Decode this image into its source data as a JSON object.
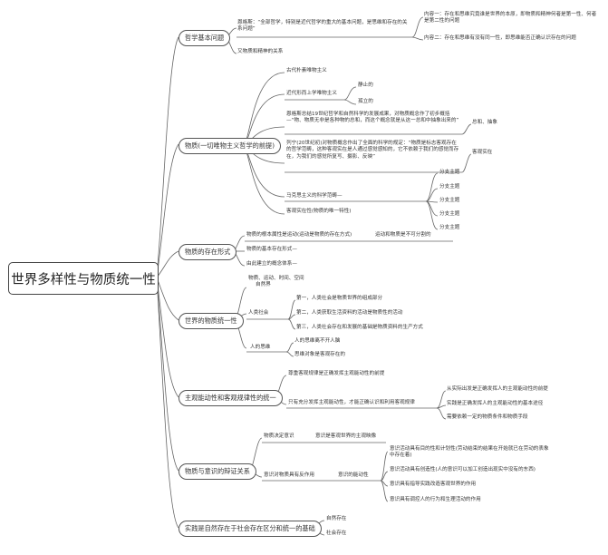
{
  "root": "世界多样性与物质统一性",
  "b1": {
    "title": "哲学基本问题",
    "engels": "恩格斯：“全部哲学，特别是近代哲学的重大的基本问题，是思维和存在的关系问题”",
    "c1": "内容一：存在和思维究竟谁是世界的本原，即物质和精神何者是第一性、何者是第二性的问题",
    "c2": "内容二：存在和思维有没有同一性，即思维能否正确认识存在的问题",
    "other": "又物质和精神的关系"
  },
  "b2": {
    "title": "物质(一切唯物主义哲学的前提)",
    "ancient": "古代朴素唯物主义",
    "modern": "近代形而上学唯物主义",
    "static": "静止的",
    "isolated": "孤立的",
    "engels": "恩格斯总结19世纪哲学和自然科学的发展成果，对物质概念作了初步概括—“物、物质无非是各种物的总和，而这个概念就是从这一总和中抽象出来的”",
    "abstract": "总和、抽象",
    "lenin": "列宁(20世纪初)对物质概念作出了全面的科学的规定：“物质是标志客观存在的哲学范畴，这种客观实在是人通过感觉感知的，它不依赖于我们的感觉而存在，为我们的感觉所复写、摄影、反映”",
    "objective": "客观实在",
    "marx": "马克思主义的科学范畴—",
    "branches": [
      "分支主题",
      "分支主题",
      "分支主题",
      "分支主题",
      "分支主题"
    ],
    "unique": "客观实在性(物质的唯一特性)"
  },
  "b3": {
    "title": "物质的存在形式",
    "motion": "物质的根本属性是运动(运动是物质的存在方式)",
    "inseparable": "运动和物质是不可分割的",
    "basic": "物质的基本存在形式—",
    "derived": "由此建立的概念体系—"
  },
  "b4": {
    "title": "世界的物质统一性",
    "nature": "自然界",
    "nature_items": "物质、运动、时间、空间",
    "society": "人类社会",
    "s1": "第一，人类社会是物质世界的组成部分",
    "s2": "第二，人类获取生活资料的活动是物质性的活动",
    "s3": "第三，人类社会存在和发展的基础是物质资料的生产方式",
    "thought": "人的思维",
    "t1": "人的思维离不开人脑",
    "t2": "思维对象是客观存在的"
  },
  "b5": {
    "title": "主观能动性和客观规律性的统一",
    "premise": "尊重客观规律是正确发挥主观能动性的前提",
    "only": "只有充分发挥主观能动性，才能正确认识和利用客观规律",
    "c1": "从实际出发是正确发挥人的主观能动性的前提",
    "c2": "实践是正确发挥人的主观能动性的基本途径",
    "c3": "需要依赖一定的物质条件和物质手段"
  },
  "b6": {
    "title": "物质与意识的辩证关系",
    "decides": "物质决定意识",
    "reflect": "意识是客观世界的主观映像",
    "reacts": "意识对物质具有反作用",
    "active": "意识的能动性",
    "a1": "意识活动具有目的性和计划性(劳动结束的结果在开始就已在劳动的表象中存在着)",
    "a2": "意识活动具有创造性(人的意识可以加工创造出现实中没有的东西)",
    "a3": "意识具有指导实践改造客观世界的作用",
    "a4": "意识具有调控人的行为和生理活动的作用"
  },
  "b7": {
    "title": "实践是自然存在于社会存在区分和统一的基础",
    "natural": "自然存在",
    "social": "社会存在"
  }
}
